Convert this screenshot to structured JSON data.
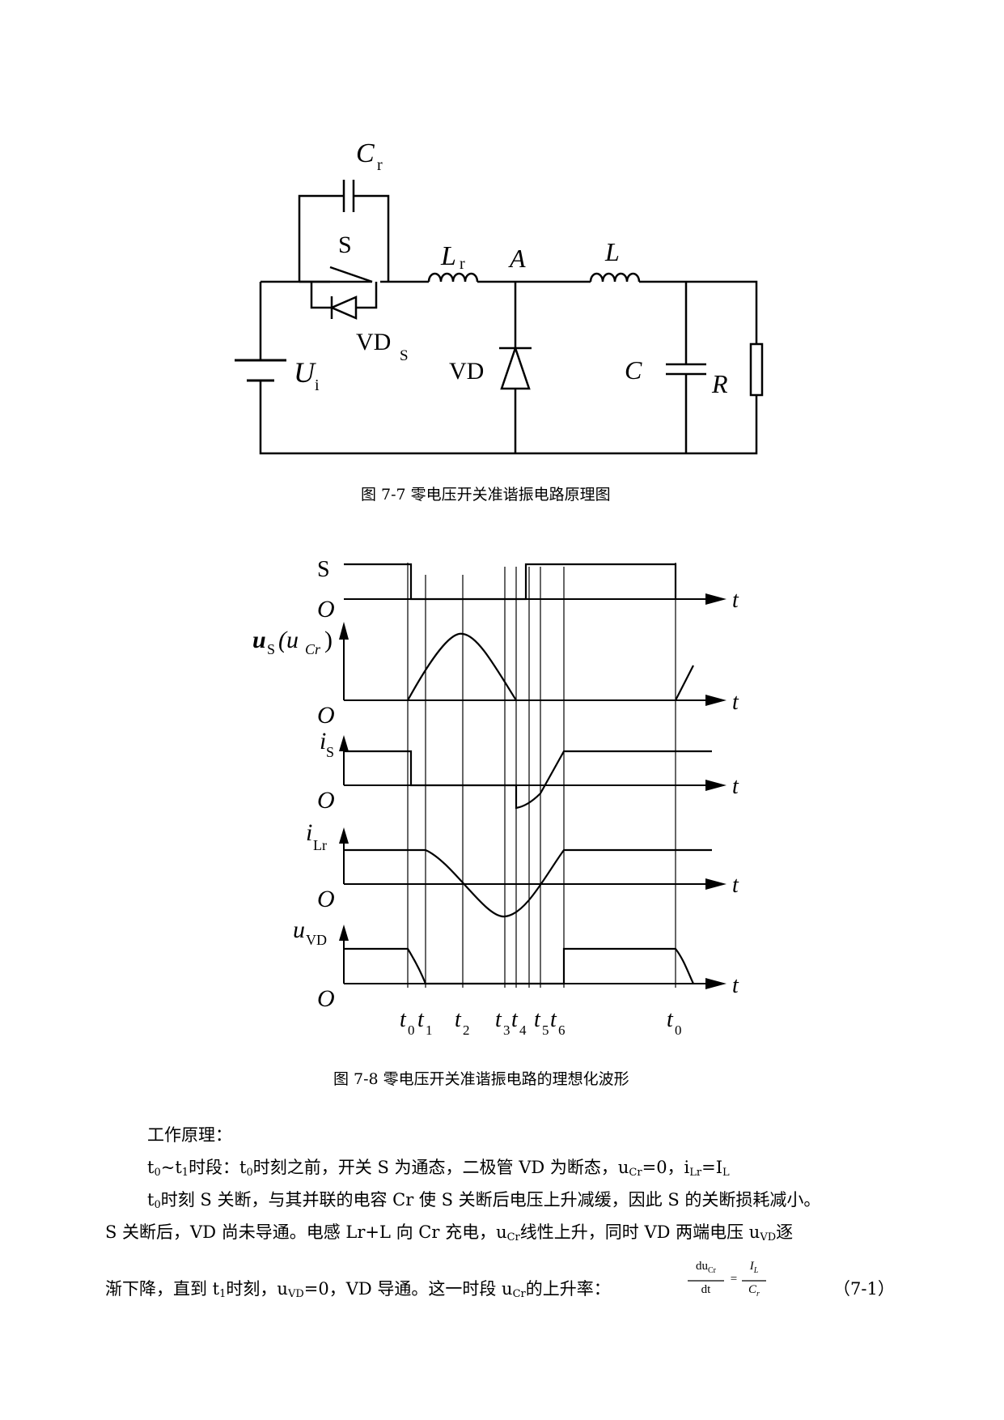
{
  "figure1": {
    "labels": {
      "cr": "C",
      "cr_sub": "r",
      "s": "S",
      "lr": "L",
      "lr_sub": "r",
      "a": "A",
      "l": "L",
      "vds": "VD",
      "vds_sub": "S",
      "ui": "U",
      "ui_sub": "i",
      "vd": "VD",
      "c": "C",
      "r": "R"
    },
    "caption": "图 7-7  零电压开关准谐振电路原理图"
  },
  "figure2": {
    "caption": "图 7-8  零电压开关准谐振电路的理想化波形",
    "signals": {
      "s": "S",
      "us": "u",
      "us_sub": "S",
      "us_paren": "(u",
      "us_paren_sub": "Cr",
      "us_close": ")",
      "is": "i",
      "is_sub": "S",
      "ilr": "i",
      "ilr_sub": "Lr",
      "uvd": "u",
      "uvd_sub": "VD"
    },
    "origin": "O",
    "t_axis": "t",
    "times": [
      {
        "t": "t",
        "sub": "0"
      },
      {
        "t": "t",
        "sub": "1"
      },
      {
        "t": "t",
        "sub": "2"
      },
      {
        "t": "t",
        "sub": "3"
      },
      {
        "t": "t",
        "sub": "4"
      },
      {
        "t": "t",
        "sub": "5"
      },
      {
        "t": "t",
        "sub": "6"
      },
      {
        "t": "t",
        "sub": "0"
      }
    ]
  },
  "text": {
    "heading": "工作原理：",
    "p1_a": "t",
    "p1_a_sub": "0",
    "p1_b": "~t",
    "p1_b_sub": "1",
    "p1_c": "时段：t",
    "p1_c_sub": "0",
    "p1_d": "时刻之前，开关 S 为通态，二极管 VD 为断态，u",
    "p1_d_sub": "Cr",
    "p1_e": "=0，i",
    "p1_e_sub": "Lr",
    "p1_f": "=I",
    "p1_f_sub": "L",
    "p2_a": "t",
    "p2_a_sub": "0",
    "p2_b": "时刻 S 关断，与其并联的电容 Cr 使 S 关断后电压上升减缓，因此 S 的关断损耗减小。",
    "p3_a": "S 关断后，VD 尚未导通。电感 Lr+L 向 Cr 充电，u",
    "p3_a_sub": "Cr",
    "p3_b": "线性上升，同时 VD 两端电压 u",
    "p3_b_sub": "VD",
    "p3_c": "逐",
    "p4_a": "渐下降，直到 t",
    "p4_a_sub": "1",
    "p4_b": "时刻，u",
    "p4_b_sub": "VD",
    "p4_c": "=0，VD 导通。这一时段 u",
    "p4_c_sub": "Cr",
    "p4_d": "的上升率：",
    "eq_num": "du",
    "eq_num_sub": "Cr",
    "eq_den": "dt",
    "eq_eq": "=",
    "eq_rnum": "I",
    "eq_rnum_sub": "L",
    "eq_rden": "C",
    "eq_rden_sub": "r",
    "eq_label": "（7-1）"
  }
}
